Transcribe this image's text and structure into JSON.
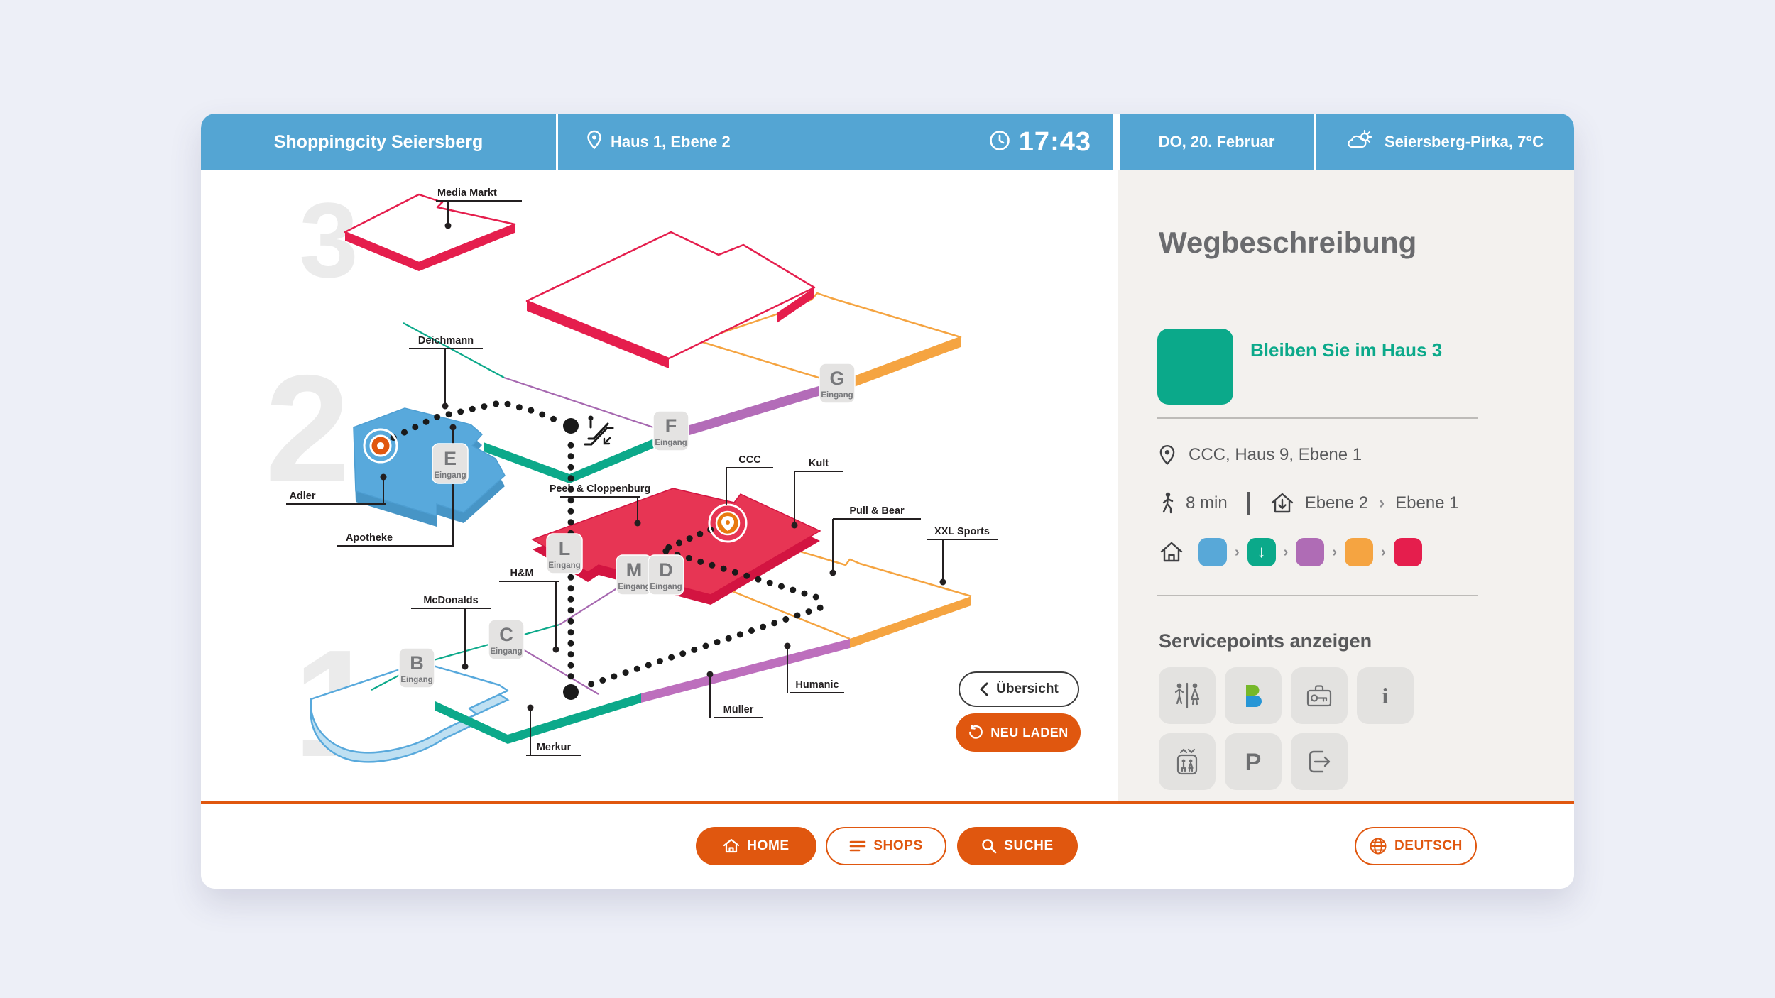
{
  "header": {
    "app_title": "Shoppingcity Seiersberg",
    "location": "Haus 1, Ebene 2",
    "time": "17:43",
    "date": "DO, 20. Februar",
    "weather": "Seiersberg-Pirka, 7°C"
  },
  "map": {
    "floor_numbers": [
      "3",
      "2",
      "1"
    ],
    "eingang": "Eingang",
    "entrances": [
      "E",
      "F",
      "G",
      "L",
      "M",
      "D",
      "C",
      "B"
    ],
    "labels": {
      "media_markt": "Media Markt",
      "deichmann": "Deichmann",
      "adler": "Adler",
      "apotheke": "Apotheke",
      "peek": "Peek & Cloppenburg",
      "ccc": "CCC",
      "kult": "Kult",
      "pull_bear": "Pull & Bear",
      "xxl": "XXL Sports",
      "hm": "H&M",
      "mcdonalds": "McDonalds",
      "merkur": "Merkur",
      "mueller": "Müller",
      "humanic": "Humanic"
    },
    "overview_button": "Übersicht",
    "reload_button": "NEU LADEN"
  },
  "sidebar": {
    "title": "Wegbeschreibung",
    "instruction": "Bleiben Sie im Haus 3",
    "destination": "CCC, Haus 9, Ebene 1",
    "walk_time": "8 min",
    "level_from": "Ebene 2",
    "level_separator": "›",
    "level_to": "Ebene 1",
    "route": [
      {
        "color": "#58a8d8",
        "arrow": false
      },
      {
        "color": "#0ba98a",
        "arrow": true
      },
      {
        "color": "#af6cb5",
        "arrow": false
      },
      {
        "color": "#f5a441",
        "arrow": false
      },
      {
        "color": "#e51e4d",
        "arrow": false
      }
    ],
    "servicepoints_title": "Servicepoints anzeigen",
    "servicepoints": [
      "wc",
      "bankomat",
      "keys",
      "info",
      "elevator",
      "parking",
      "exit"
    ]
  },
  "footer": {
    "home": "HOME",
    "shops": "SHOPS",
    "search": "SUCHE",
    "language": "DEUTSCH"
  },
  "colors": {
    "accent_orange": "#e0570f",
    "header_blue": "#54a5d3",
    "green": "#0ba98a",
    "red": "#e51e4d",
    "purple": "#a668b0",
    "map_orange": "#f5a441",
    "building_blue": "#58a9dc"
  }
}
